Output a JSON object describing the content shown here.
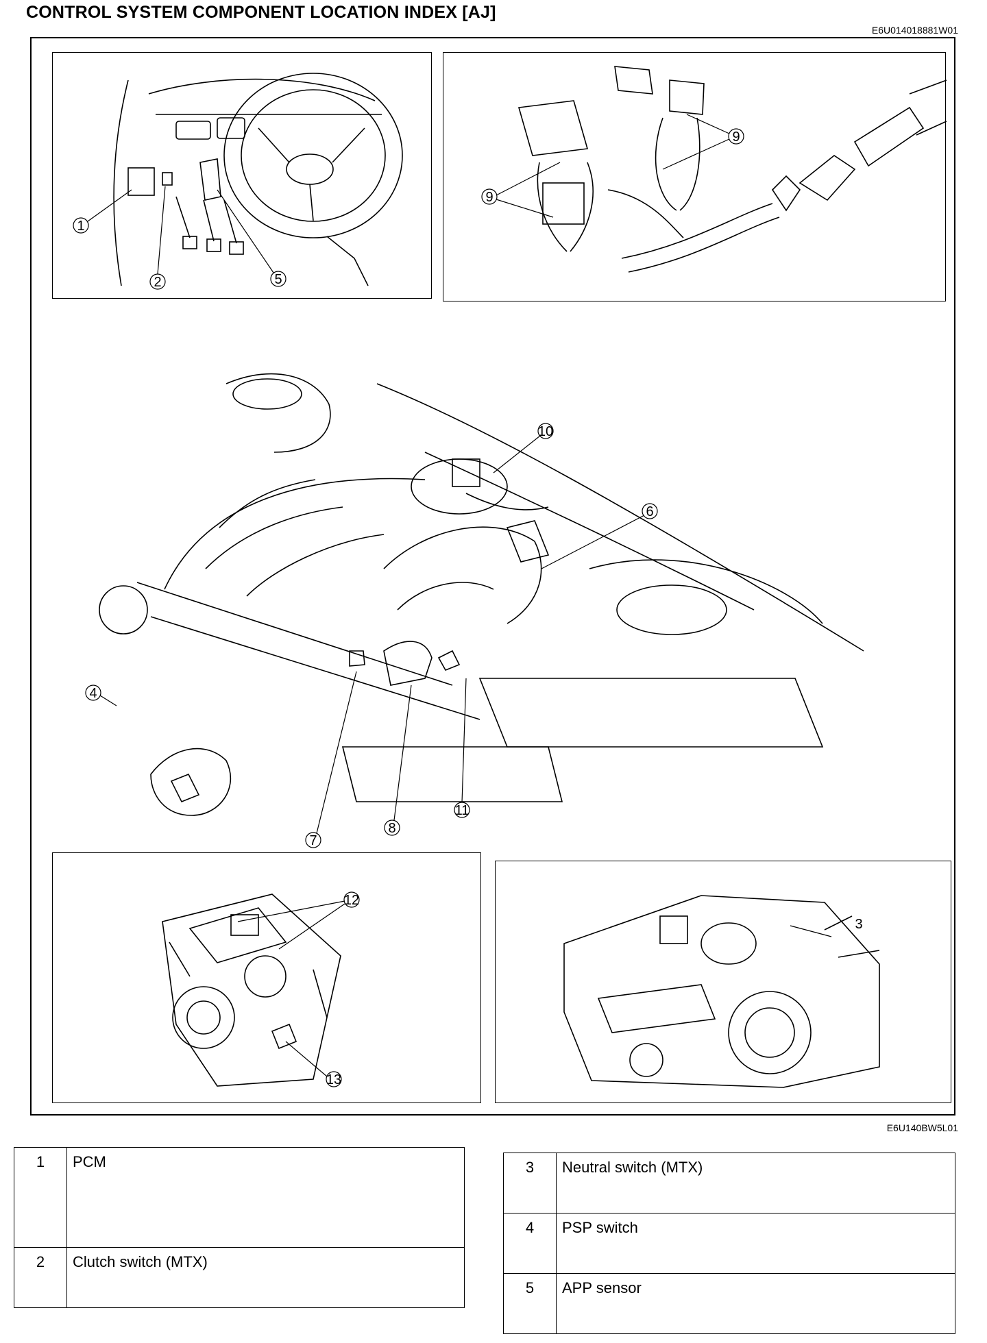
{
  "header": {
    "title": "CONTROL SYSTEM COMPONENT LOCATION INDEX [AJ]",
    "code": "E6U014018881W01"
  },
  "figure": {
    "code": "E6U140BW5L01",
    "callouts": {
      "c1": "1",
      "c2": "2",
      "c3": "3",
      "c4": "4",
      "c5": "5",
      "c6": "6",
      "c7": "7",
      "c8": "8",
      "c9a": "9",
      "c9b": "9",
      "c10": "10",
      "c11": "11",
      "c12": "12",
      "c13": "13"
    }
  },
  "legend_left": [
    {
      "num": "1",
      "label": "PCM"
    },
    {
      "num": "2",
      "label": "Clutch switch (MTX)"
    }
  ],
  "legend_right": [
    {
      "num": "3",
      "label": "Neutral switch (MTX)"
    },
    {
      "num": "4",
      "label": "PSP switch"
    },
    {
      "num": "5",
      "label": "APP sensor"
    }
  ]
}
